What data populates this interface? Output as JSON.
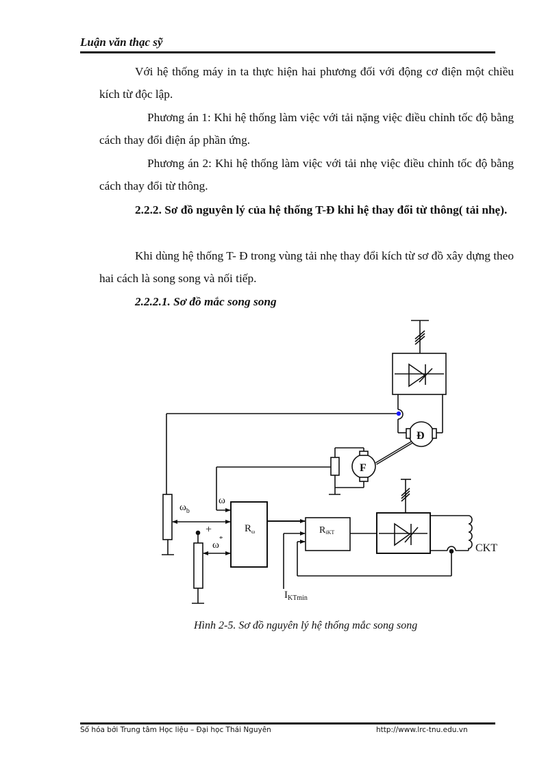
{
  "header": {
    "title": "Luận văn thạc sỹ"
  },
  "body": {
    "para1": "Với hệ thống máy in ta thực hiện hai phương đối với động cơ điện một chiều kích từ độc lập.",
    "para2": "Phương án 1: Khi hệ thống làm việc với tải nặng việc điều chỉnh tốc độ bằng cách thay đổi điện áp phần ứng.",
    "para3": "Phương án 2: Khi hệ thống làm việc với tải nhẹ việc điều chỉnh tốc độ bằng cách thay đổi từ thông.",
    "heading_222": "2.2.2. Sơ đồ nguyên lý của hệ thống T-Đ khi hệ thay đổi từ thông( tải nhẹ).",
    "para4": "Khi dùng hệ thống T- Đ trong vùng tải nhẹ thay đổi kích từ sơ đồ xây dựng theo hai cách là song song và nối tiếp.",
    "heading_2221": "2.2.2.1. Sơ đồ mắc song song"
  },
  "diagram": {
    "motor_label": "Đ",
    "generator_label": "F",
    "omega_b": "ω",
    "omega_b_sub": "b",
    "omega": "ω",
    "omega_star": "ω",
    "omega_star_sup": "*",
    "plus": "+",
    "r_omega": "R",
    "r_omega_sub": "ω",
    "r_ikt": "R",
    "r_ikt_sub": "iKT",
    "ikt_min": "I",
    "ikt_min_sub": "KTmin",
    "ckt": "CKT",
    "accent_dot_color": "#1a1aff"
  },
  "caption": "Hình 2-5. Sơ đồ nguyên lý hệ thống mắc song song",
  "footer": {
    "left": "Số hóa bởi Trung tâm Học liệu – Đại học Thái Nguyên",
    "right": "http://www.lrc-tnu.edu.vn"
  }
}
